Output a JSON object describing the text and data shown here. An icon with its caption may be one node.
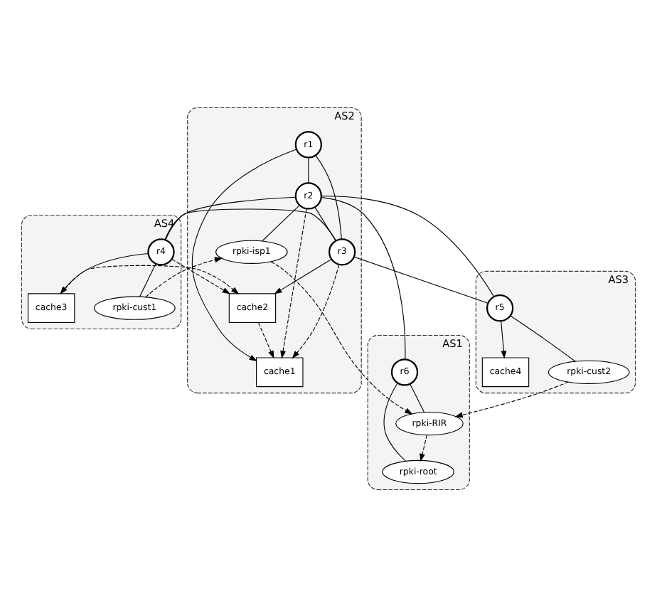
{
  "diagram": {
    "nodes": [
      {
        "text": [
          "AS1"
        ]
      },
      {
        "text": [
          "rpki-root"
        ],
        "in": 0
      },
      {
        "text": [
          "r6"
        ],
        "in": 0
      },
      {
        "text": [
          "rpki-RIR"
        ],
        "in": 0
      },
      {
        "text": [
          "AS2"
        ]
      },
      {
        "text": [
          "cache1"
        ],
        "in": 4
      },
      {
        "text": [
          "rpki-isp1"
        ],
        "in": 4
      },
      {
        "text": [
          "r1"
        ],
        "in": 4
      },
      {
        "text": [
          "r2"
        ],
        "in": 4
      },
      {
        "text": [
          "cache2"
        ],
        "in": 4
      },
      {
        "text": [
          "r3"
        ],
        "in": 4
      },
      {
        "text": [
          "AS3"
        ]
      },
      {
        "text": [
          "r5"
        ],
        "in": 11
      },
      {
        "text": [
          "rpki-cust2"
        ],
        "in": 11
      },
      {
        "text": [
          "cache4"
        ],
        "in": 11
      },
      {
        "text": [
          "AS4"
        ]
      },
      {
        "text": [
          "cache3"
        ],
        "in": 15
      },
      {
        "text": [
          "r4"
        ],
        "in": 15
      },
      {
        "text": [
          "rpki-cust1"
        ],
        "in": 15
      }
    ],
    "edges": [
      {
        "from": 7,
        "to": 5,
        "arrow": "to"
      },
      {
        "from": 10,
        "to": 5,
        "arrow": "to",
        "style": "dashed"
      },
      {
        "from": 8,
        "to": 5,
        "arrow": "to",
        "style": "dashed"
      },
      {
        "from": 9,
        "to": 5,
        "arrow": "to",
        "style": "dashed"
      },
      {
        "from": 7,
        "to": 8,
        "arrow": "none"
      },
      {
        "from": 7,
        "to": 10,
        "arrow": "none"
      },
      {
        "from": 8,
        "to": 10,
        "arrow": "none"
      },
      {
        "from": 8,
        "to": 6,
        "arrow": "none"
      },
      {
        "from": 8,
        "to": 2,
        "arrow": "none"
      },
      {
        "from": 8,
        "to": 12,
        "arrow": "none"
      },
      {
        "from": 8,
        "to": 17,
        "arrow": "none"
      },
      {
        "from": 10,
        "to": 9,
        "arrow": "to"
      },
      {
        "from": 10,
        "to": 12,
        "arrow": "none"
      },
      {
        "from": 10,
        "to": 17,
        "arrow": "none"
      },
      {
        "from": 6,
        "to": 3,
        "arrow": "to",
        "style": "dashed"
      },
      {
        "from": 2,
        "to": 1,
        "arrow": "none"
      },
      {
        "from": 2,
        "to": 3,
        "arrow": "none"
      },
      {
        "from": 3,
        "to": 1,
        "arrow": "to",
        "style": "dashed"
      },
      {
        "from": 13,
        "to": 3,
        "arrow": "to",
        "style": "dashed"
      },
      {
        "from": 12,
        "to": 13,
        "arrow": "none"
      },
      {
        "from": 12,
        "to": 14,
        "arrow": "to"
      },
      {
        "from": 17,
        "to": 9,
        "arrow": "to",
        "style": "dashed"
      },
      {
        "from": 16,
        "to": 9,
        "arrow": "to",
        "style": "dashed"
      },
      {
        "from": 17,
        "to": 16,
        "arrow": "to"
      },
      {
        "from": 17,
        "to": 18,
        "arrow": "none"
      },
      {
        "from": 18,
        "to": 6,
        "arrow": "to",
        "style": "dashed"
      }
    ]
  }
}
